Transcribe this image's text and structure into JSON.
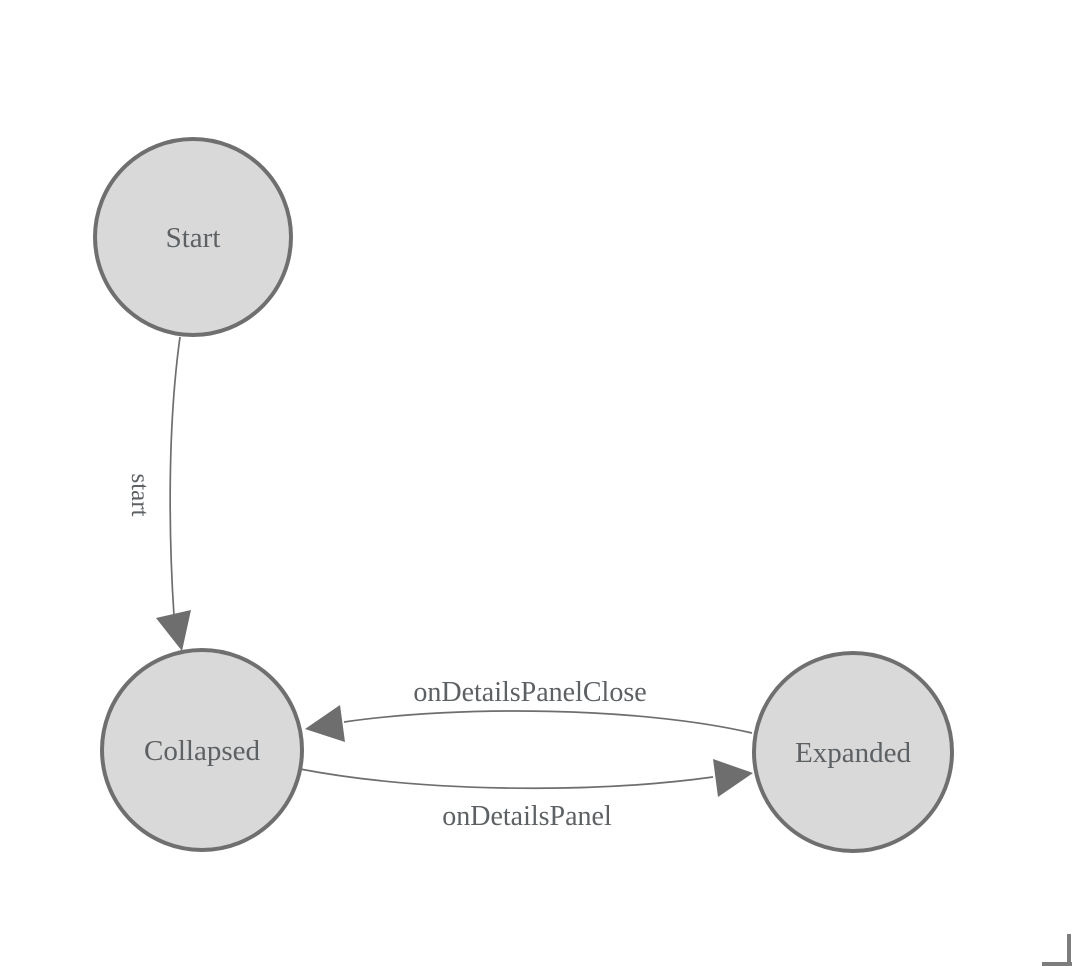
{
  "page": {
    "background": "#ffffff"
  },
  "diagram": {
    "type": "state-machine",
    "colors": {
      "node_fill": "#d9d9d9",
      "node_border": "#6f6f6f",
      "edge": "#6e6e6e",
      "text": "#5d6164",
      "corner": "#7d7d7d"
    },
    "nodes": [
      {
        "id": "start",
        "label": "Start"
      },
      {
        "id": "collapsed",
        "label": "Collapsed"
      },
      {
        "id": "expanded",
        "label": "Expanded"
      }
    ],
    "edges": [
      {
        "from": "Start",
        "to": "Collapsed",
        "label": "start"
      },
      {
        "from": "Expanded",
        "to": "Collapsed",
        "label": "onDetailsPanelClose"
      },
      {
        "from": "Collapsed",
        "to": "Expanded",
        "label": "onDetailsPanel"
      }
    ]
  }
}
